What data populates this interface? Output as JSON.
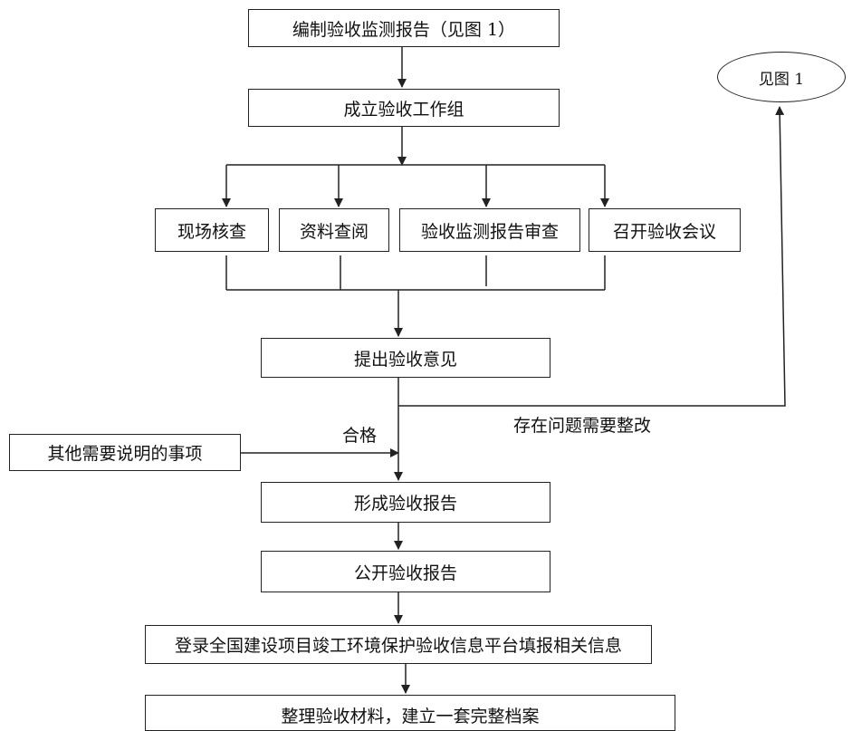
{
  "nodes": {
    "compile_report": "编制验收监测报告（见图 1）",
    "form_group": "成立验收工作组",
    "site_check": "现场核查",
    "doc_review": "资料查阅",
    "report_review": "验收监测报告审查",
    "hold_meeting": "召开验收会议",
    "propose_opinion": "提出验收意见",
    "other_matters": "其他需要说明的事项",
    "form_report": "形成验收报告",
    "publish_report": "公开验收报告",
    "login_platform": "登录全国建设项目竣工环境保护验收信息平台填报相关信息",
    "organize_archive": "整理验收材料，建立一套完整档案",
    "see_fig1": "见图 1"
  },
  "labels": {
    "qualified": "合格",
    "needs_rectify": "存在问题需要整改"
  }
}
